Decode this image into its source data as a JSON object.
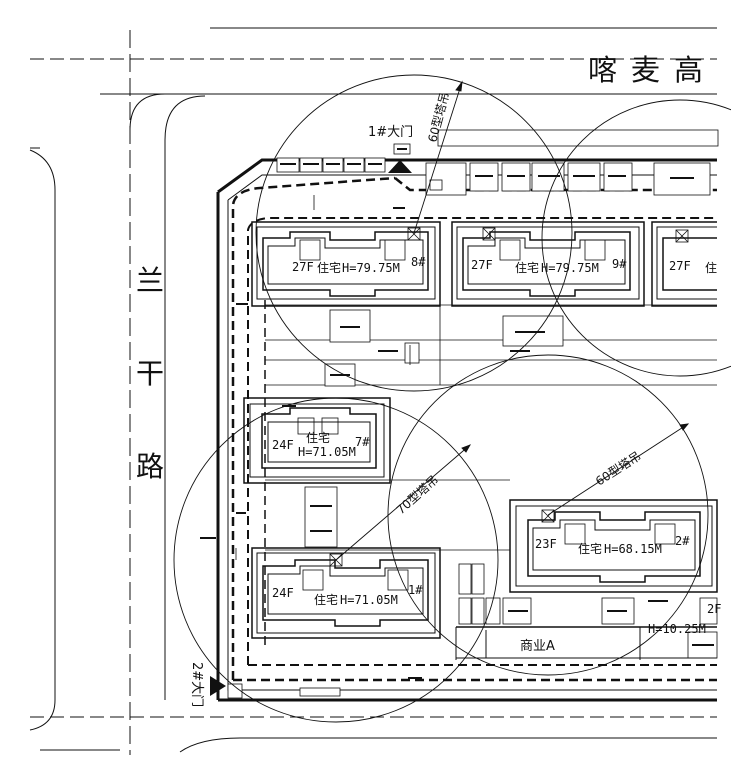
{
  "roads": {
    "north": "喀麦高",
    "west": [
      "兰",
      "干",
      "路"
    ]
  },
  "gates": {
    "gate1": "1#大门",
    "gate2": "2#大门"
  },
  "cranes": {
    "crane_north": "60型塔吊",
    "crane_center": "60型塔吊",
    "crane_south": "70型塔吊"
  },
  "buildings": {
    "b8": {
      "floors": "27F",
      "type": "住宅",
      "height": "H=79.75M",
      "no": "8#"
    },
    "b9": {
      "floors": "27F",
      "type": "住宅",
      "height": "H=79.75M",
      "no": "9#"
    },
    "b10": {
      "floors": "27F",
      "type": "住"
    },
    "b7": {
      "floors": "24F",
      "type": "住宅",
      "height": "H=71.05M",
      "no": "7#"
    },
    "b1": {
      "floors": "24F",
      "type": "住宅",
      "height": "H=71.05M",
      "no": "1#"
    },
    "b2": {
      "floors": "23F",
      "type": "住宅",
      "height": "H=68.15M",
      "no": "2#"
    },
    "b3": {
      "floors": "2F"
    }
  },
  "commercial": {
    "name": "商业A",
    "height": "H=10.25M"
  },
  "colors": {
    "line": "#111111",
    "background": "#ffffff"
  }
}
